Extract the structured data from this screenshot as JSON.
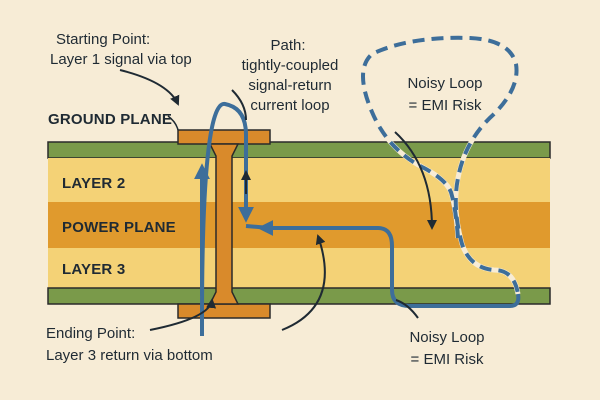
{
  "diagram": {
    "labels": {
      "start_line1": "Starting Point:",
      "start_line2": "Layer 1 signal via top",
      "path_line1": "Path:",
      "path_line2": "tightly-coupled",
      "path_line3": "signal-return",
      "path_line4": "current loop",
      "noisy_top_line1": "Noisy Loop",
      "noisy_top_line2": "= EMI Risk",
      "ground_plane": "GROUND PLANE",
      "layer2": "LAYER 2",
      "power_plane": "POWER PLANE",
      "layer3": "LAYER 3",
      "end_line1": "Ending Point:",
      "end_line2": "Layer 3 return via bottom",
      "noisy_bottom_line1": "Noisy Loop",
      "noisy_bottom_line2": "= EMI Risk"
    },
    "colors": {
      "background": "#f7ecd6",
      "ground_plane": "#7a9a4a",
      "signal_layer": "#f4d276",
      "power_plane": "#e09a2d",
      "via_copper": "#d98a2b",
      "current_path": "#3d6e9a",
      "text": "#1f2a33"
    }
  }
}
